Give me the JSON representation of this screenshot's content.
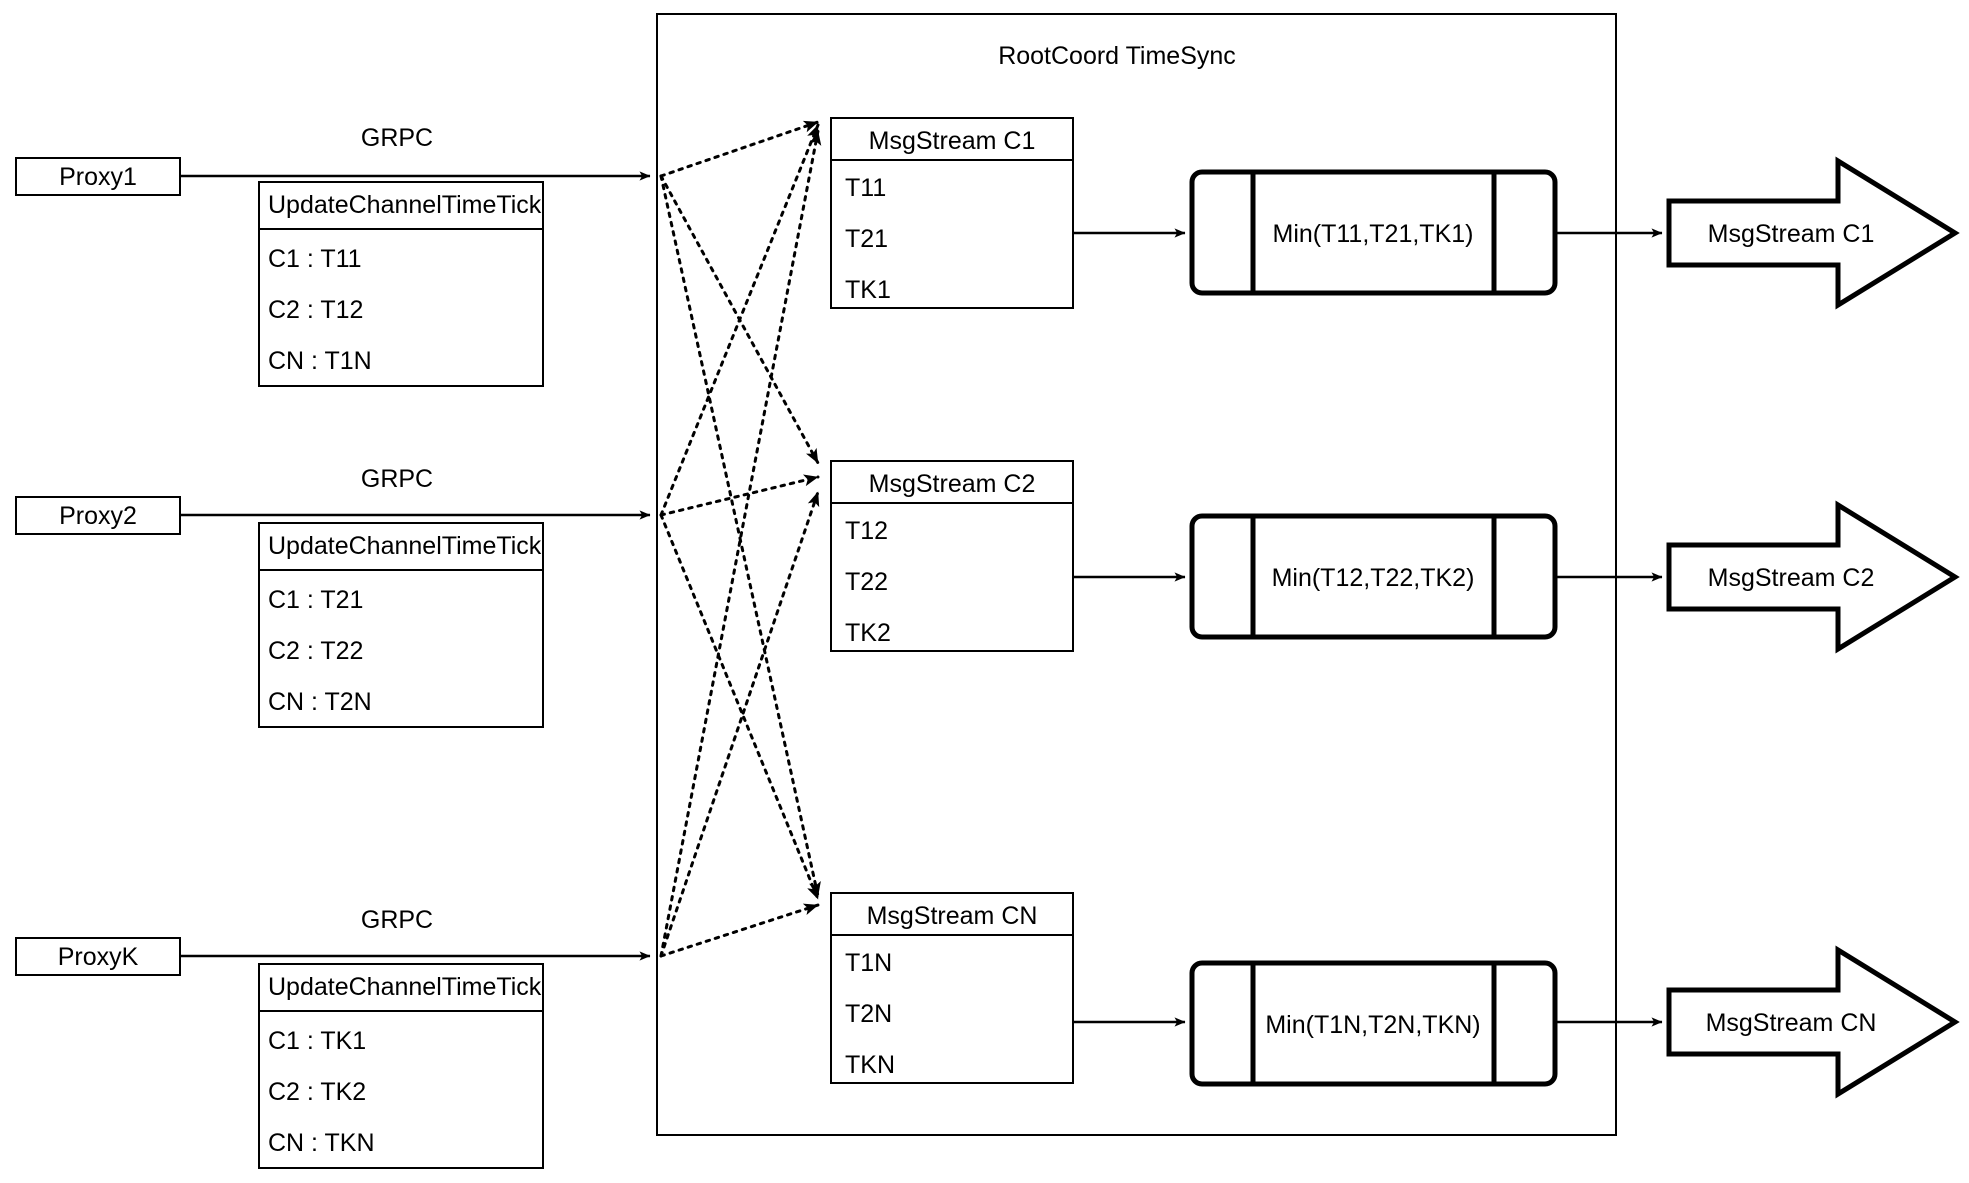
{
  "diagram": {
    "title": "RootCoord TimeSync",
    "container_label": "RootCoord TimeSync",
    "grpc_label": "GRPC",
    "rows": [
      {
        "proxy": "Proxy1",
        "link_label": "GRPC",
        "tick_table": {
          "header": "UpdateChannelTimeTick",
          "rows": [
            "C1 :  T11",
            "C2 :  T12",
            "CN : T1N"
          ]
        },
        "msgstream": {
          "header": "MsgStream C1",
          "rows": [
            "T11",
            "T21",
            "TK1"
          ]
        },
        "process": "Min(T11,T21,TK1)",
        "output": "MsgStream C1"
      },
      {
        "proxy": "Proxy2",
        "link_label": "GRPC",
        "tick_table": {
          "header": "UpdateChannelTimeTick",
          "rows": [
            "C1 :  T21",
            "C2 :  T22",
            "CN : T2N"
          ]
        },
        "msgstream": {
          "header": "MsgStream C2",
          "rows": [
            "T12",
            "T22",
            "TK2"
          ]
        },
        "process": "Min(T12,T22,TK2)",
        "output": "MsgStream C2"
      },
      {
        "proxy": "ProxyK",
        "link_label": "GRPC",
        "tick_table": {
          "header": "UpdateChannelTimeTick",
          "rows": [
            "C1 :  TK1",
            "C2 :  TK2",
            "CN : TKN"
          ]
        },
        "msgstream": {
          "header": "MsgStream CN",
          "rows": [
            "T1N",
            "T2N",
            "TKN"
          ]
        },
        "process": "Min(T1N,T2N,TKN)",
        "output": "MsgStream CN"
      }
    ],
    "colors": {
      "stroke": "#000000",
      "fill": "#ffffff",
      "background": "#ffffff"
    }
  }
}
